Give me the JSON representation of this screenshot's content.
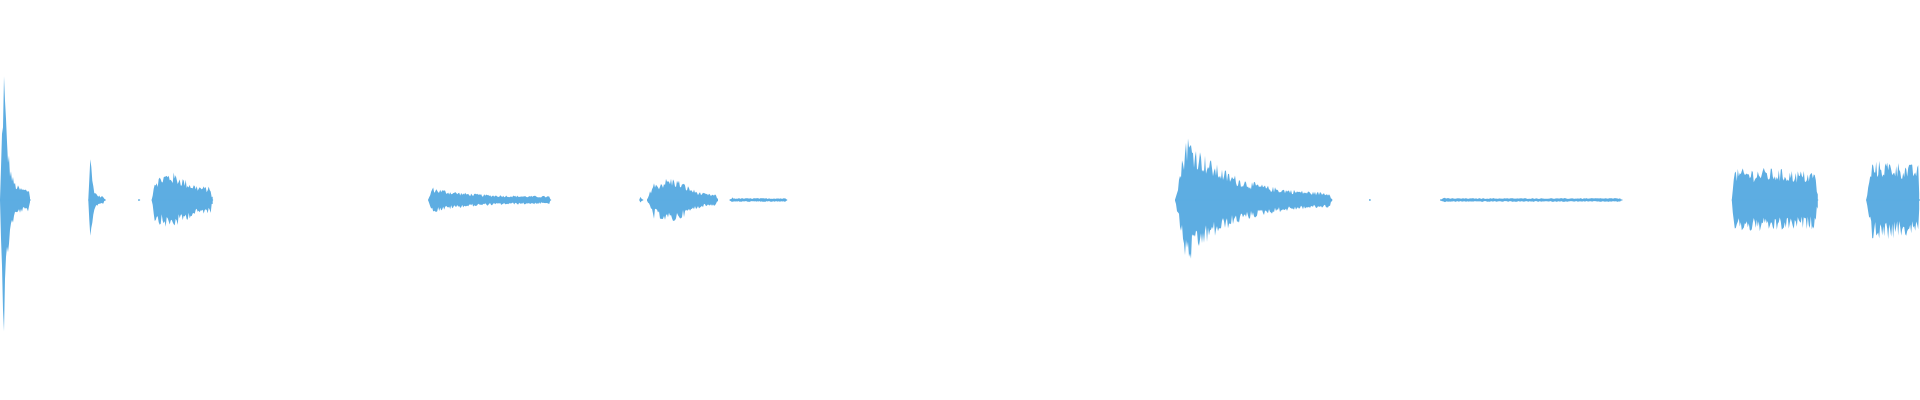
{
  "waveform": {
    "color": "#5DADE2",
    "background": "#FFFFFF",
    "segments": [
      {
        "start": 0.0,
        "end": 0.016,
        "attack": 0.002,
        "peak": 0.78,
        "sustain": 0.06,
        "shape": "impulse"
      },
      {
        "start": 0.046,
        "end": 0.055,
        "attack": 0.001,
        "peak": 0.3,
        "sustain": 0.02,
        "shape": "impulse"
      },
      {
        "start": 0.072,
        "end": 0.073,
        "attack": 0.0005,
        "peak": 0.02,
        "sustain": 0.01,
        "shape": "impulse"
      },
      {
        "start": 0.079,
        "end": 0.111,
        "attack": 0.002,
        "peak": 0.15,
        "sustain": 0.07,
        "shape": "burst"
      },
      {
        "start": 0.223,
        "end": 0.287,
        "attack": 0.002,
        "peak": 0.07,
        "sustain": 0.02,
        "shape": "decay"
      },
      {
        "start": 0.333,
        "end": 0.335,
        "attack": 0.0005,
        "peak": 0.02,
        "sustain": 0.01,
        "shape": "impulse"
      },
      {
        "start": 0.337,
        "end": 0.374,
        "attack": 0.004,
        "peak": 0.12,
        "sustain": 0.03,
        "shape": "burst"
      },
      {
        "start": 0.38,
        "end": 0.41,
        "attack": 0.002,
        "peak": 0.02,
        "sustain": 0.01,
        "shape": "flat"
      },
      {
        "start": 0.612,
        "end": 0.694,
        "attack": 0.006,
        "peak": 0.36,
        "sustain": 0.03,
        "shape": "decay"
      },
      {
        "start": 0.713,
        "end": 0.714,
        "attack": 0.0005,
        "peak": 0.02,
        "sustain": 0.01,
        "shape": "impulse"
      },
      {
        "start": 0.75,
        "end": 0.845,
        "attack": 0.003,
        "peak": 0.02,
        "sustain": 0.01,
        "shape": "flat"
      },
      {
        "start": 0.902,
        "end": 0.947,
        "attack": 0.001,
        "peak": 0.17,
        "sustain": 0.15,
        "shape": "block"
      },
      {
        "start": 0.972,
        "end": 1.0,
        "attack": 0.003,
        "peak": 0.21,
        "sustain": 0.18,
        "shape": "block"
      }
    ]
  }
}
